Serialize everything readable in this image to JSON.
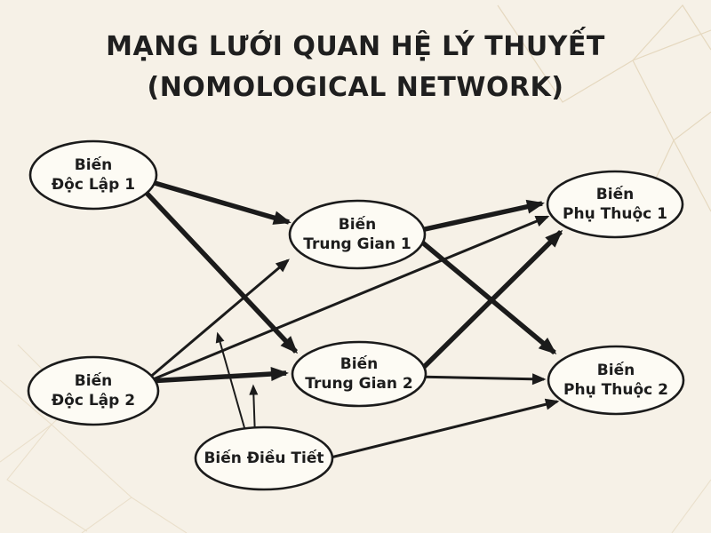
{
  "title": {
    "line1": "MẠNG LƯỚI QUAN HỆ LÝ THUYẾT",
    "line2": "(NOMOLOGICAL NETWORK)"
  },
  "colors": {
    "background": "#f6f1e7",
    "node_fill": "#fdfbf4",
    "ink": "#1b1b1b",
    "pattern_lines": "#dccbaa"
  },
  "nodes": {
    "doc_lap_1": {
      "line1": "Biến",
      "line2": "Độc Lập 1"
    },
    "doc_lap_2": {
      "line1": "Biến",
      "line2": "Độc Lập 2"
    },
    "trung_gian_1": {
      "line1": "Biến",
      "line2": "Trung Gian 1"
    },
    "trung_gian_2": {
      "line1": "Biến",
      "line2": "Trung Gian 2"
    },
    "phu_thuoc_1": {
      "line1": "Biến",
      "line2": "Phụ Thuộc 1"
    },
    "phu_thuoc_2": {
      "line1": "Biến",
      "line2": "Phụ Thuộc 2"
    },
    "dieu_tiet": {
      "line1": "Biến Điều Tiết"
    }
  },
  "edges": [
    {
      "from": "Biến Độc Lập 1",
      "to": "Biến Trung Gian 1",
      "style": "thick"
    },
    {
      "from": "Biến Độc Lập 1",
      "to": "Biến Trung Gian 2",
      "style": "thick"
    },
    {
      "from": "Biến Độc Lập 2",
      "to": "Biến Trung Gian 1",
      "style": "thin"
    },
    {
      "from": "Biến Độc Lập 2",
      "to": "Biến Trung Gian 2",
      "style": "thick"
    },
    {
      "from": "Biến Độc Lập 2",
      "to": "Biến Phụ Thuộc 1",
      "style": "thin"
    },
    {
      "from": "Biến Trung Gian 1",
      "to": "Biến Phụ Thuộc 1",
      "style": "thick"
    },
    {
      "from": "Biến Trung Gian 1",
      "to": "Biến Phụ Thuộc 2",
      "style": "thick"
    },
    {
      "from": "Biến Trung Gian 2",
      "to": "Biến Phụ Thuộc 1",
      "style": "thick"
    },
    {
      "from": "Biến Trung Gian 2",
      "to": "Biến Phụ Thuộc 2",
      "style": "thin"
    },
    {
      "from": "Biến Điều Tiết",
      "to": "Biến Phụ Thuộc 2",
      "style": "thin"
    },
    {
      "from": "Biến Điều Tiết",
      "to": "quan hệ Biến Độc Lập 2 → Biến Trung Gian 1",
      "style": "moderation"
    },
    {
      "from": "Biến Điều Tiết",
      "to": "quan hệ Biến Độc Lập 2 → Biến Trung Gian 2",
      "style": "moderation"
    }
  ]
}
